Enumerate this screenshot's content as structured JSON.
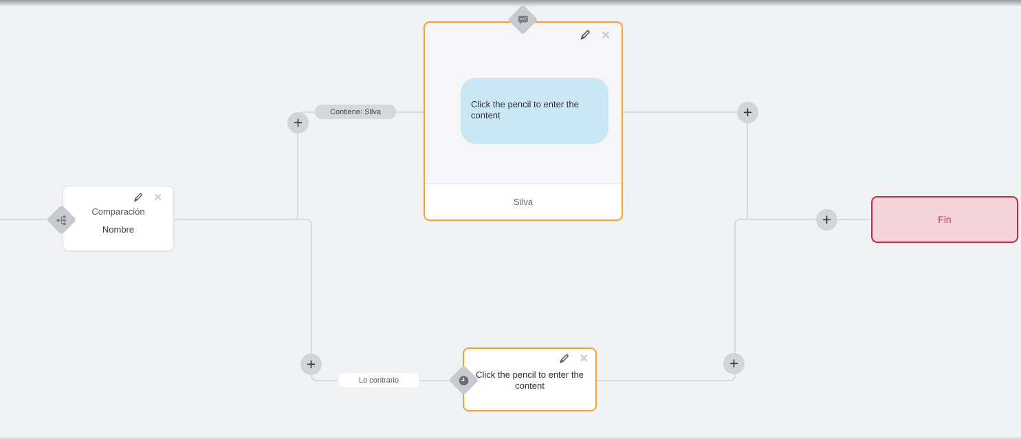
{
  "flow": {
    "condition_node": {
      "title": "Comparación",
      "subtitle": "Nombre"
    },
    "message_node": {
      "bubble_text": "Click the pencil to enter the content",
      "footer_label": "Silva"
    },
    "wait_node": {
      "text": "Click the pencil to enter the content"
    },
    "end_node": {
      "label": "Fin"
    }
  },
  "edges": {
    "match_label": "Contiene: Silva",
    "else_label": "Lo contrario"
  },
  "icons": {
    "plus": "+",
    "close": "✕",
    "pencil": "edit-pencil",
    "branch": "sitemap-branch",
    "chat": "chat-bubble",
    "clock": "clock-wait"
  },
  "colors": {
    "background": "#f1f2f4",
    "edge": "#d9dade",
    "accent_orange": "#f8a12a",
    "bubble_blue": "#cae7f5",
    "end_bg": "#f5d4da",
    "end_border": "#c2294a",
    "end_text": "#c13551",
    "diamond_gray": "#c9cad0"
  }
}
